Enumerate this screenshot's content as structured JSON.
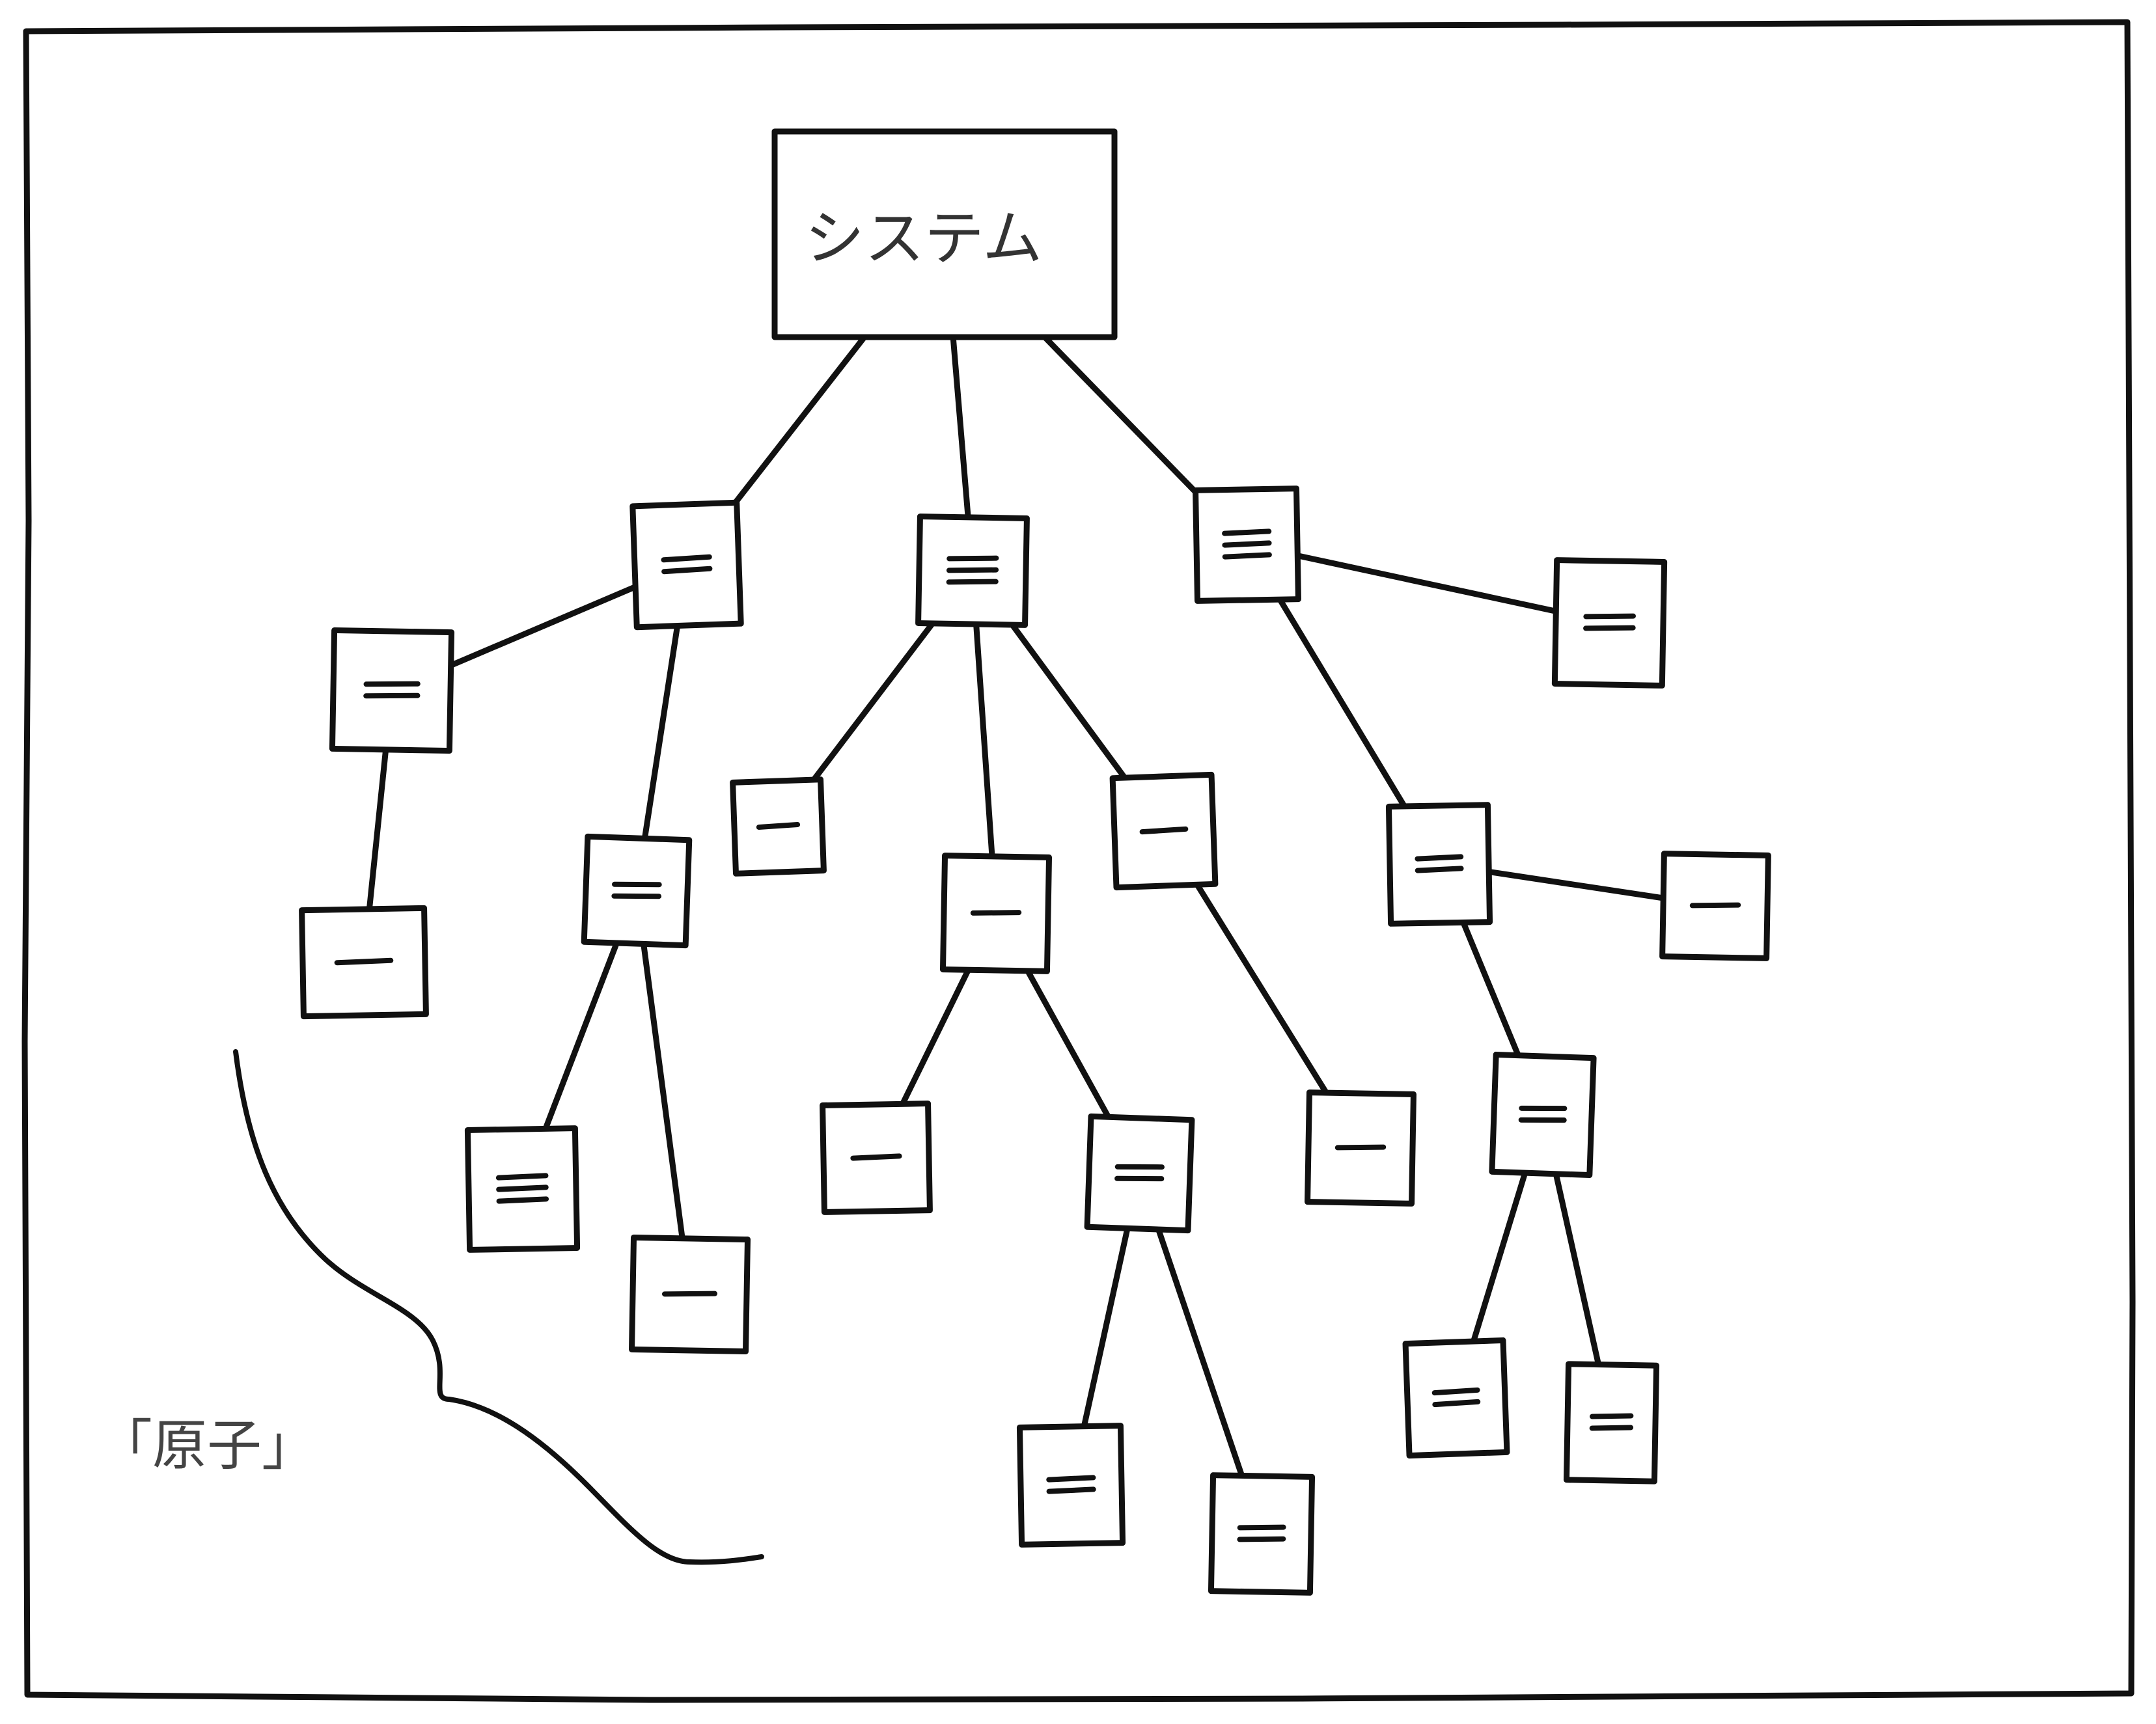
{
  "diagram": {
    "root_label": "システム",
    "caption": "「原子」",
    "nodes": [
      {
        "id": "root",
        "lines": 0
      },
      {
        "id": "a",
        "lines": 2
      },
      {
        "id": "b",
        "lines": 3
      },
      {
        "id": "c",
        "lines": 3
      },
      {
        "id": "a1",
        "lines": 2
      },
      {
        "id": "a1a",
        "lines": 1
      },
      {
        "id": "a2",
        "lines": 2
      },
      {
        "id": "a2a",
        "lines": 3
      },
      {
        "id": "a2b",
        "lines": 1
      },
      {
        "id": "b1",
        "lines": 1
      },
      {
        "id": "b2",
        "lines": 1
      },
      {
        "id": "b2a",
        "lines": 1
      },
      {
        "id": "b2b",
        "lines": 2
      },
      {
        "id": "b2b1",
        "lines": 2
      },
      {
        "id": "b2b2",
        "lines": 2
      },
      {
        "id": "b3",
        "lines": 1
      },
      {
        "id": "b3a",
        "lines": 1
      },
      {
        "id": "c1",
        "lines": 2
      },
      {
        "id": "c2",
        "lines": 2
      },
      {
        "id": "c2a",
        "lines": 1
      },
      {
        "id": "c2b",
        "lines": 2
      },
      {
        "id": "c2b1",
        "lines": 2
      },
      {
        "id": "c2b2",
        "lines": 2
      }
    ],
    "edges": [
      [
        "root",
        "a"
      ],
      [
        "root",
        "b"
      ],
      [
        "root",
        "c"
      ],
      [
        "a",
        "a1"
      ],
      [
        "a1",
        "a1a"
      ],
      [
        "a",
        "a2"
      ],
      [
        "a2",
        "a2a"
      ],
      [
        "a2",
        "a2b"
      ],
      [
        "b",
        "b1"
      ],
      [
        "b",
        "b2"
      ],
      [
        "b2",
        "b2a"
      ],
      [
        "b2",
        "b2b"
      ],
      [
        "b2b",
        "b2b1"
      ],
      [
        "b2b",
        "b2b2"
      ],
      [
        "b",
        "b3"
      ],
      [
        "b3",
        "b3a"
      ],
      [
        "c",
        "c1"
      ],
      [
        "c",
        "c2"
      ],
      [
        "c2",
        "c2a"
      ],
      [
        "c2",
        "c2b"
      ],
      [
        "c2b",
        "c2b1"
      ],
      [
        "c2b",
        "c2b2"
      ]
    ]
  }
}
